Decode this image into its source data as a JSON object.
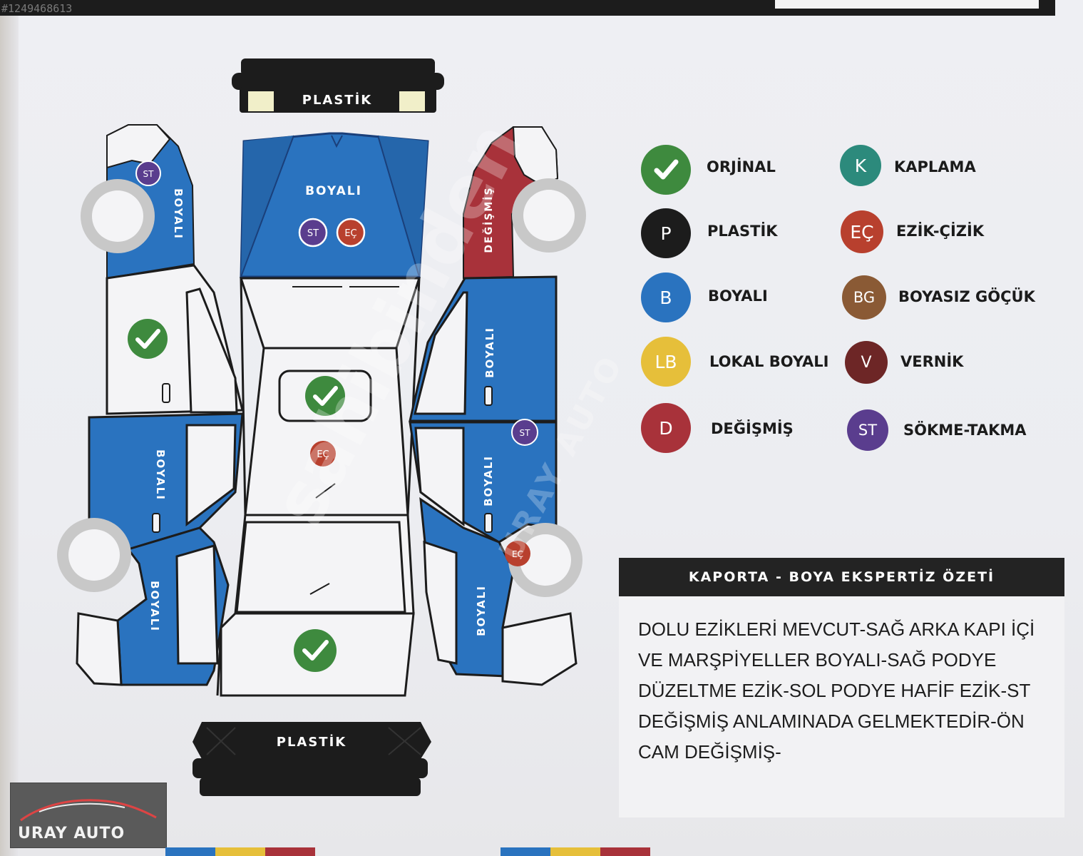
{
  "image_id": "#1249468613",
  "colors": {
    "blue": "#2a73bf",
    "red": "#a8323a",
    "green": "#3e8a3e",
    "black": "#1c1c1c",
    "gray": "#c8c8c8"
  },
  "diagram": {
    "front_bumper_label": "PLASTİK",
    "rear_bumper_label": "PLASTİK",
    "hood_label": "BOYALI",
    "hood_badges": [
      "ST",
      "EÇ"
    ],
    "roof_badge": "EÇ",
    "left_side": {
      "front_fender_label": "BOYALI",
      "front_fender_badge": "ST",
      "rear_door_label": "BOYALI",
      "rear_fender_label": "BOYALI"
    },
    "right_side": {
      "front_fender_label": "DEĞİŞMİŞ",
      "front_door_label": "BOYALI",
      "rear_door_label": "BOYALI",
      "rear_door_badge": "ST",
      "rear_fender_label": "BOYALI",
      "rear_fender_badge": "EÇ"
    },
    "check_icons": [
      "left-front-door",
      "roof",
      "trunk"
    ]
  },
  "legend": [
    {
      "code": "",
      "icon": "check-icon",
      "label": "ORJİNAL",
      "color": "#3e8a3e"
    },
    {
      "code": "K",
      "label": "KAPLAMA",
      "color": "#2c8a7c"
    },
    {
      "code": "P",
      "label": "PLASTİK",
      "color": "#1c1c1c"
    },
    {
      "code": "EÇ",
      "label": "EZİK-ÇİZİK",
      "color": "#b8402e"
    },
    {
      "code": "B",
      "label": "BOYALI",
      "color": "#2a73bf"
    },
    {
      "code": "BG",
      "label": "BOYASIZ GÖÇÜK",
      "color": "#8a5a35"
    },
    {
      "code": "LB",
      "label": "LOKAL BOYALI",
      "color": "#e6bf3a"
    },
    {
      "code": "V",
      "label": "VERNİK",
      "color": "#6d2626"
    },
    {
      "code": "D",
      "label": "DEĞİŞMİŞ",
      "color": "#a8323a"
    },
    {
      "code": "ST",
      "label": "SÖKME-TAKMA",
      "color": "#5a3d8e"
    }
  ],
  "summary": {
    "title": "KAPORTA - BOYA EKSPERTİZ ÖZETİ",
    "lines": [
      "DOLU EZİKLERİ MEVCUT-SAĞ ARKA KAPI İÇİ",
      "VE MARŞPİYELLER BOYALI-SAĞ PODYE",
      "DÜZELTME EZİK-SOL PODYE HAFİF EZİK-ST",
      "DEĞİŞMİŞ ANLAMINADA GELMEKTEDİR-ÖN",
      "CAM DEĞİŞMİŞ-"
    ]
  },
  "logo": {
    "text": "URAY AUTO"
  },
  "watermark": {
    "main": "sahibinden",
    "sub": "URAY AUTO"
  }
}
